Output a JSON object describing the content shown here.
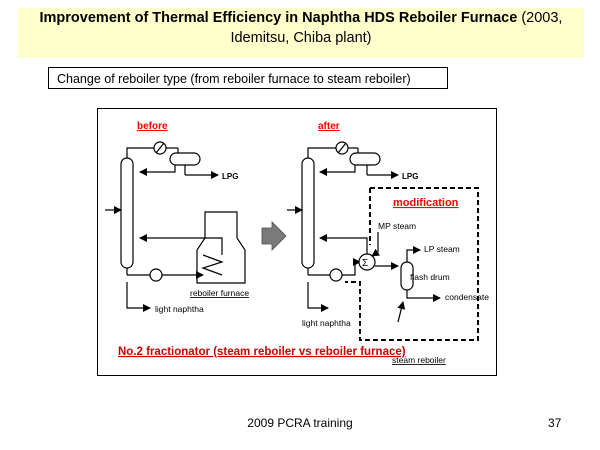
{
  "slide": {
    "title_bold": "Improvement of Thermal Efficiency in Naphtha HDS Reboiler Furnace",
    "title_rest_line1": " (2003,",
    "title_line2": "Idemitsu, Chiba plant)",
    "subtitle": "Change of reboiler type (from reboiler furnace to steam reboiler)"
  },
  "diagram": {
    "before_label": "before",
    "after_label": "after",
    "lpg_before": "LPG",
    "lpg_after": "LPG",
    "reboiler_furnace": "reboiler furnace",
    "light_naphtha_before": "light naphtha",
    "light_naphtha_after": "light naphtha",
    "modification": "modification",
    "mp_steam": "MP steam",
    "lp_steam": "LP steam",
    "flash_drum": "flash drum",
    "condensate": "condensate",
    "steam_reboiler": "steam reboiler",
    "fractionator_caption": "No.2 fractionator (steam reboiler vs reboiler furnace)",
    "colors": {
      "red": "#ff0000",
      "dark_red": "#cc0000",
      "arrow_gray": "#808080"
    }
  },
  "footer": {
    "training": "2009 PCRA training",
    "page": "37"
  }
}
